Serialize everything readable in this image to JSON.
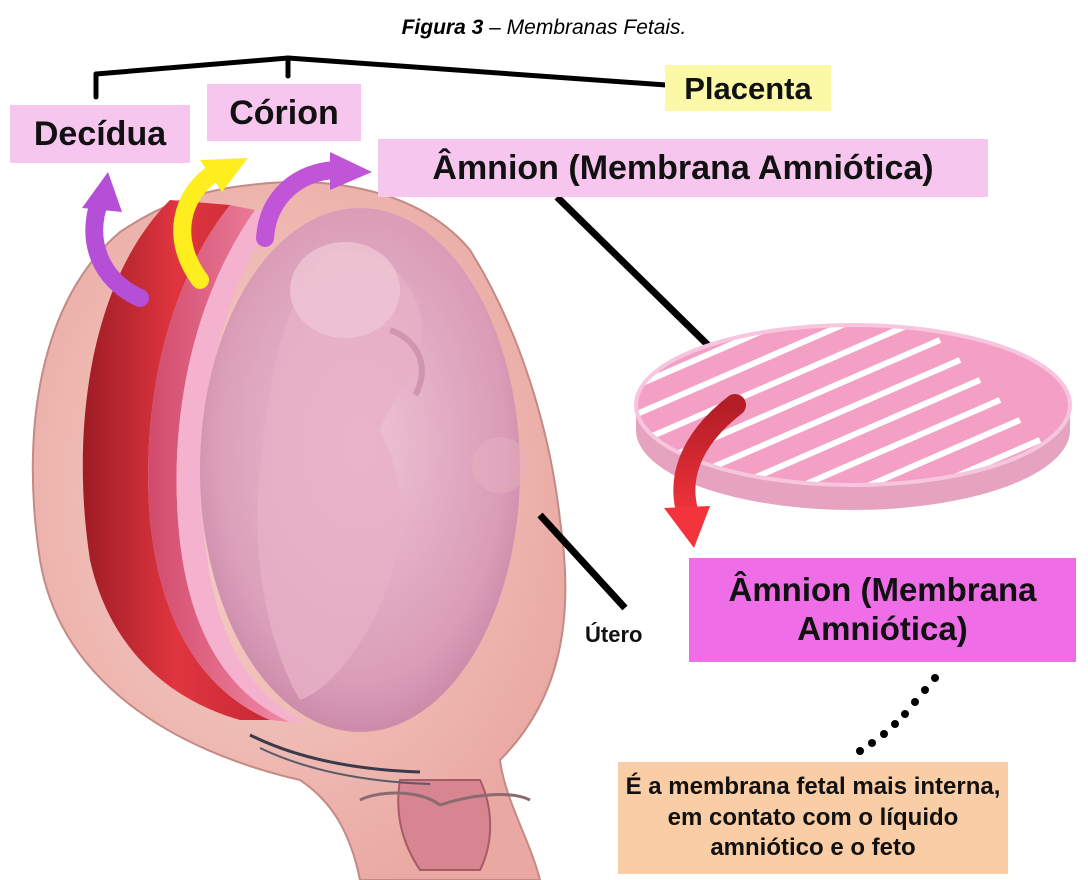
{
  "caption": {
    "figure": "Figura 3",
    "separator": " – ",
    "title": "Membranas Fetais."
  },
  "labels": {
    "placenta": "Placenta",
    "corion": "Córion",
    "decidua": "Decídua",
    "amnion_top": "Âmnion (Membrana Amniótica)",
    "amnion_bottom": "Âmnion (Membrana Amniótica)",
    "utero": "Útero",
    "description": "É a membrana fetal mais interna, em contato com o líquido amniótico e o feto"
  },
  "colors": {
    "placenta_box": "#fbf9a6",
    "light_pink_box": "#f7c6ef",
    "magenta_box": "#ef6ee8",
    "description_box": "#f9cda6",
    "decidua_layer": "#e0353f",
    "corion_layer": "#ef6f8e",
    "amnion_layer": "#f5a9c9",
    "arrow_purple": "#b64fd8",
    "arrow_yellow": "#ffee1f",
    "arrow_red": "#e8202a"
  }
}
